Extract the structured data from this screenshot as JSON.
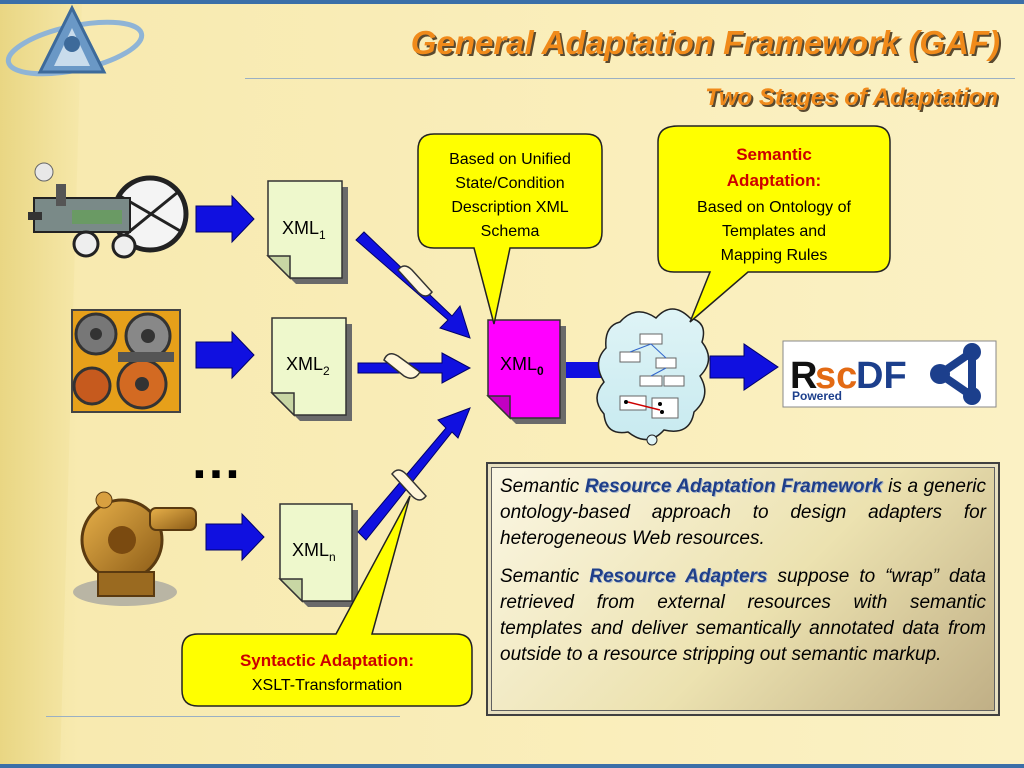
{
  "header": {
    "title": "General Adaptation Framework (GAF)",
    "subtitle": "Two Stages of Adaptation"
  },
  "diagram": {
    "xml_docs": [
      {
        "base": "XML",
        "sub": "1"
      },
      {
        "base": "XML",
        "sub": "2"
      },
      {
        "base": "XML",
        "sub": "n"
      }
    ],
    "xml0": {
      "base": "XML",
      "sub": "0"
    },
    "ellipsis": "…",
    "callout_schema": [
      "Based on Unified",
      "State/Condition",
      "Description XML",
      "Schema"
    ],
    "callout_semantic": {
      "heading": [
        "Semantic",
        "Adaptation:"
      ],
      "body": [
        "Based on Ontology of",
        "Templates and",
        "Mapping Rules"
      ]
    },
    "callout_syntactic": {
      "heading": "Syntactic Adaptation:",
      "body": "XSLT-Transformation"
    },
    "logo": {
      "r": "R",
      "sc": "sc",
      "df": "DF",
      "powered": "Powered"
    }
  },
  "description": {
    "p1_prefix": "Semantic ",
    "p1_highlight": "Resource Adaptation Framework",
    "p1_suffix": " is a generic ontology-based approach to design adapters for heterogeneous Web resources.",
    "p2_prefix": "Semantic ",
    "p2_highlight": "Resource Adapters",
    "p2_suffix": " suppose to “wrap” data retrieved from external resources with semantic templates and deliver semantically annotated data from outside to a resource stripping out semantic markup."
  },
  "colors": {
    "title": "#f08a1a",
    "highlight": "#1f3f8a",
    "arrow": "#1010e0",
    "callout": "#ffff00",
    "xml_doc": "#eef8cc",
    "xml0": "#ff00ff",
    "semantic_heading": "#cc0000"
  }
}
